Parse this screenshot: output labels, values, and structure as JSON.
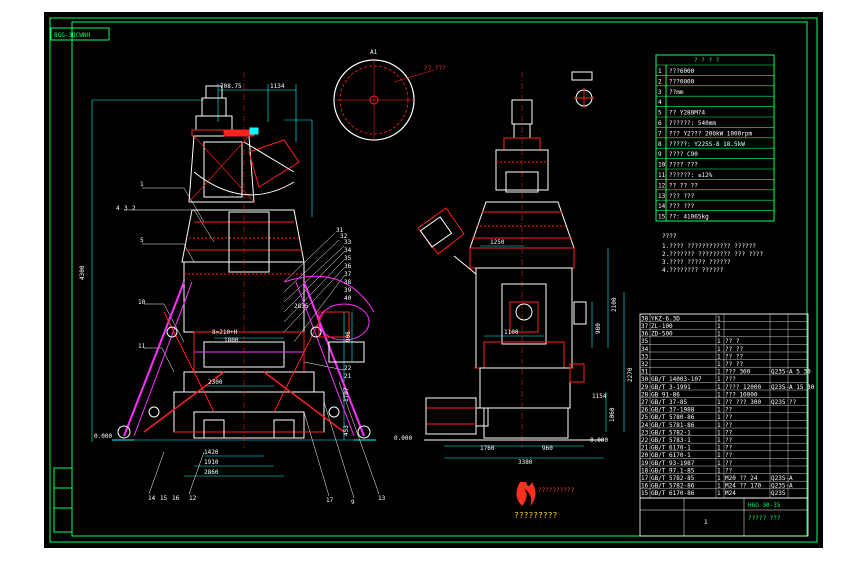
{
  "drawing": {
    "code": "BGG-3DCWNH",
    "section_label": "A1",
    "colors": {
      "background": "#000000",
      "frame": "#00ff66",
      "dim": "#00ffff",
      "part": "#ffffff",
      "red": "#ff2020",
      "magenta": "#ff30ff",
      "yellow": "#ffd000"
    }
  },
  "front_view": {
    "dims_top": [
      "708.75",
      "1134"
    ],
    "dims_mid": [
      "2835",
      "8×210+H",
      "1800"
    ],
    "dim_left": "4300",
    "dims_bottom": [
      "1420",
      "1910",
      "2860",
      "2300"
    ],
    "elev_left": "0.000",
    "dim_right": "906",
    "dim_right2": "1707",
    "dim_right3": "453",
    "balloons_left": [
      "4",
      "1",
      "2",
      "3",
      "5",
      "10",
      "11"
    ],
    "balloons_bottom": [
      "14",
      "15",
      "16",
      "12",
      "17",
      "9",
      "13"
    ],
    "balloons_right": [
      "31",
      "32",
      "33",
      "34",
      "35",
      "36",
      "37",
      "38",
      "39",
      "40",
      "22",
      "21"
    ]
  },
  "side_view": {
    "dims_top": [
      "1250"
    ],
    "dims_mid": [
      "1100",
      "960",
      "1760",
      "3380"
    ],
    "dims_right": [
      "2100",
      "980",
      "1154",
      "2270",
      "1060"
    ],
    "elev": [
      "0.000",
      "0.000"
    ]
  },
  "spec_table": {
    "header": "? ? ? ?",
    "rows": [
      {
        "n": "1",
        "v": "???6000"
      },
      {
        "n": "2",
        "v": "???0000"
      },
      {
        "n": "3",
        "v": "??mm"
      },
      {
        "n": "4",
        "v": ""
      },
      {
        "n": "5",
        "v": "?? Y280M?4"
      },
      {
        "n": "6",
        "v": "??????: 540mm"
      },
      {
        "n": "7",
        "v": "??? Y2??? 200kW 1000rpm"
      },
      {
        "n": "8",
        "v": "?????: Y225S-8 18.5kW"
      },
      {
        "n": "9",
        "v": "???? C90"
      },
      {
        "n": "10",
        "v": "???? ???"
      },
      {
        "n": "11",
        "v": "??????: ≤12%"
      },
      {
        "n": "12",
        "v": "?? ?? ??"
      },
      {
        "n": "13",
        "v": "??? ???"
      },
      {
        "n": "14",
        "v": "??? ???"
      },
      {
        "n": "15",
        "v": "??: 41065kg"
      }
    ]
  },
  "notes": {
    "title": "????",
    "lines": [
      "1.???? ???????????? ??????",
      "2.??????? ????????? ??? ????",
      "3.???? ????? ??????",
      "4.???????? ??????"
    ]
  },
  "bom": {
    "rows": [
      [
        "38",
        "YKZ-6.3D",
        "1",
        "",
        "",
        ""
      ],
      [
        "37",
        "ZL-100",
        "1",
        "",
        ""
      ],
      [
        "36",
        "ZD-500",
        "1",
        "",
        ""
      ],
      [
        "35",
        "",
        "1",
        "?? ?",
        ""
      ],
      [
        "34",
        "",
        "1",
        "?? ??",
        ""
      ],
      [
        "33",
        "",
        "1",
        "?? ??",
        ""
      ],
      [
        "32",
        "",
        "1",
        "?? ??",
        ""
      ],
      [
        "31",
        "",
        "1",
        "??? 300",
        "Q235-A 5 30"
      ],
      [
        "30",
        "GB/T 14003-107",
        "1",
        "???",
        ""
      ],
      [
        "29",
        "GB/T 3-1991",
        "1",
        "???? 12000",
        "Q235-A 15 30"
      ],
      [
        "28",
        "GB 91-86",
        "1",
        "??? 10000",
        ""
      ],
      [
        "27",
        "GB/T 37-85",
        "1",
        "?? ??? 300",
        "Q235 ??"
      ],
      [
        "26",
        "GB/T 37-1988",
        "1",
        "??",
        ""
      ],
      [
        "25",
        "GB/T 5780-86",
        "1",
        "??",
        ""
      ],
      [
        "24",
        "GB/T 5781-86",
        "1",
        "??",
        ""
      ],
      [
        "23",
        "GB/T 5782-1",
        "1",
        "??",
        ""
      ],
      [
        "22",
        "GB/T 5783-1",
        "1",
        "??",
        ""
      ],
      [
        "21",
        "GB/T 6170-1",
        "1",
        "??",
        ""
      ],
      [
        "20",
        "GB/T 6170-1",
        "1",
        "??",
        ""
      ],
      [
        "19",
        "GB/T 93-1987",
        "1",
        "??",
        ""
      ],
      [
        "18",
        "GB/T 97.1-85",
        "1",
        "??",
        ""
      ],
      [
        "17",
        "GB/T 5782-85",
        "1",
        "M20 ?? 24",
        "Q235-A"
      ],
      [
        "16",
        "GB/T 5782-86",
        "1",
        "M24 ?? 170",
        "Q235-A"
      ],
      [
        "15",
        "GB/T 6170-86",
        "1",
        "M24",
        "Q235"
      ]
    ],
    "title_block": {
      "code": "HGG 30-35",
      "title": "????? ???",
      "sheet": "1"
    }
  },
  "logo": {
    "company": "??????????",
    "sub": "?????????"
  }
}
